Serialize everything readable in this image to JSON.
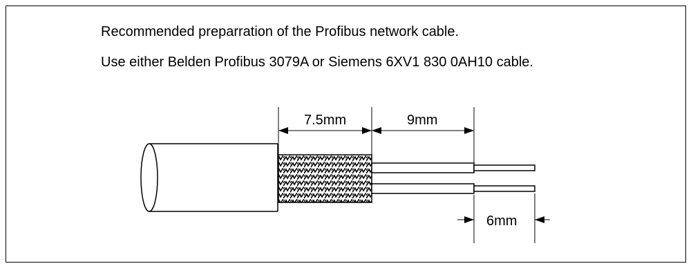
{
  "text": {
    "line1": "Recommended preparration of the Profibus network cable.",
    "line2": "Use either Belden Profibus 3079A or Siemens 6XV1 830 0AH10 cable."
  },
  "dimensions": {
    "braid_length": "7.5mm",
    "insulation_length": "9mm",
    "conductor_length": "6mm"
  }
}
